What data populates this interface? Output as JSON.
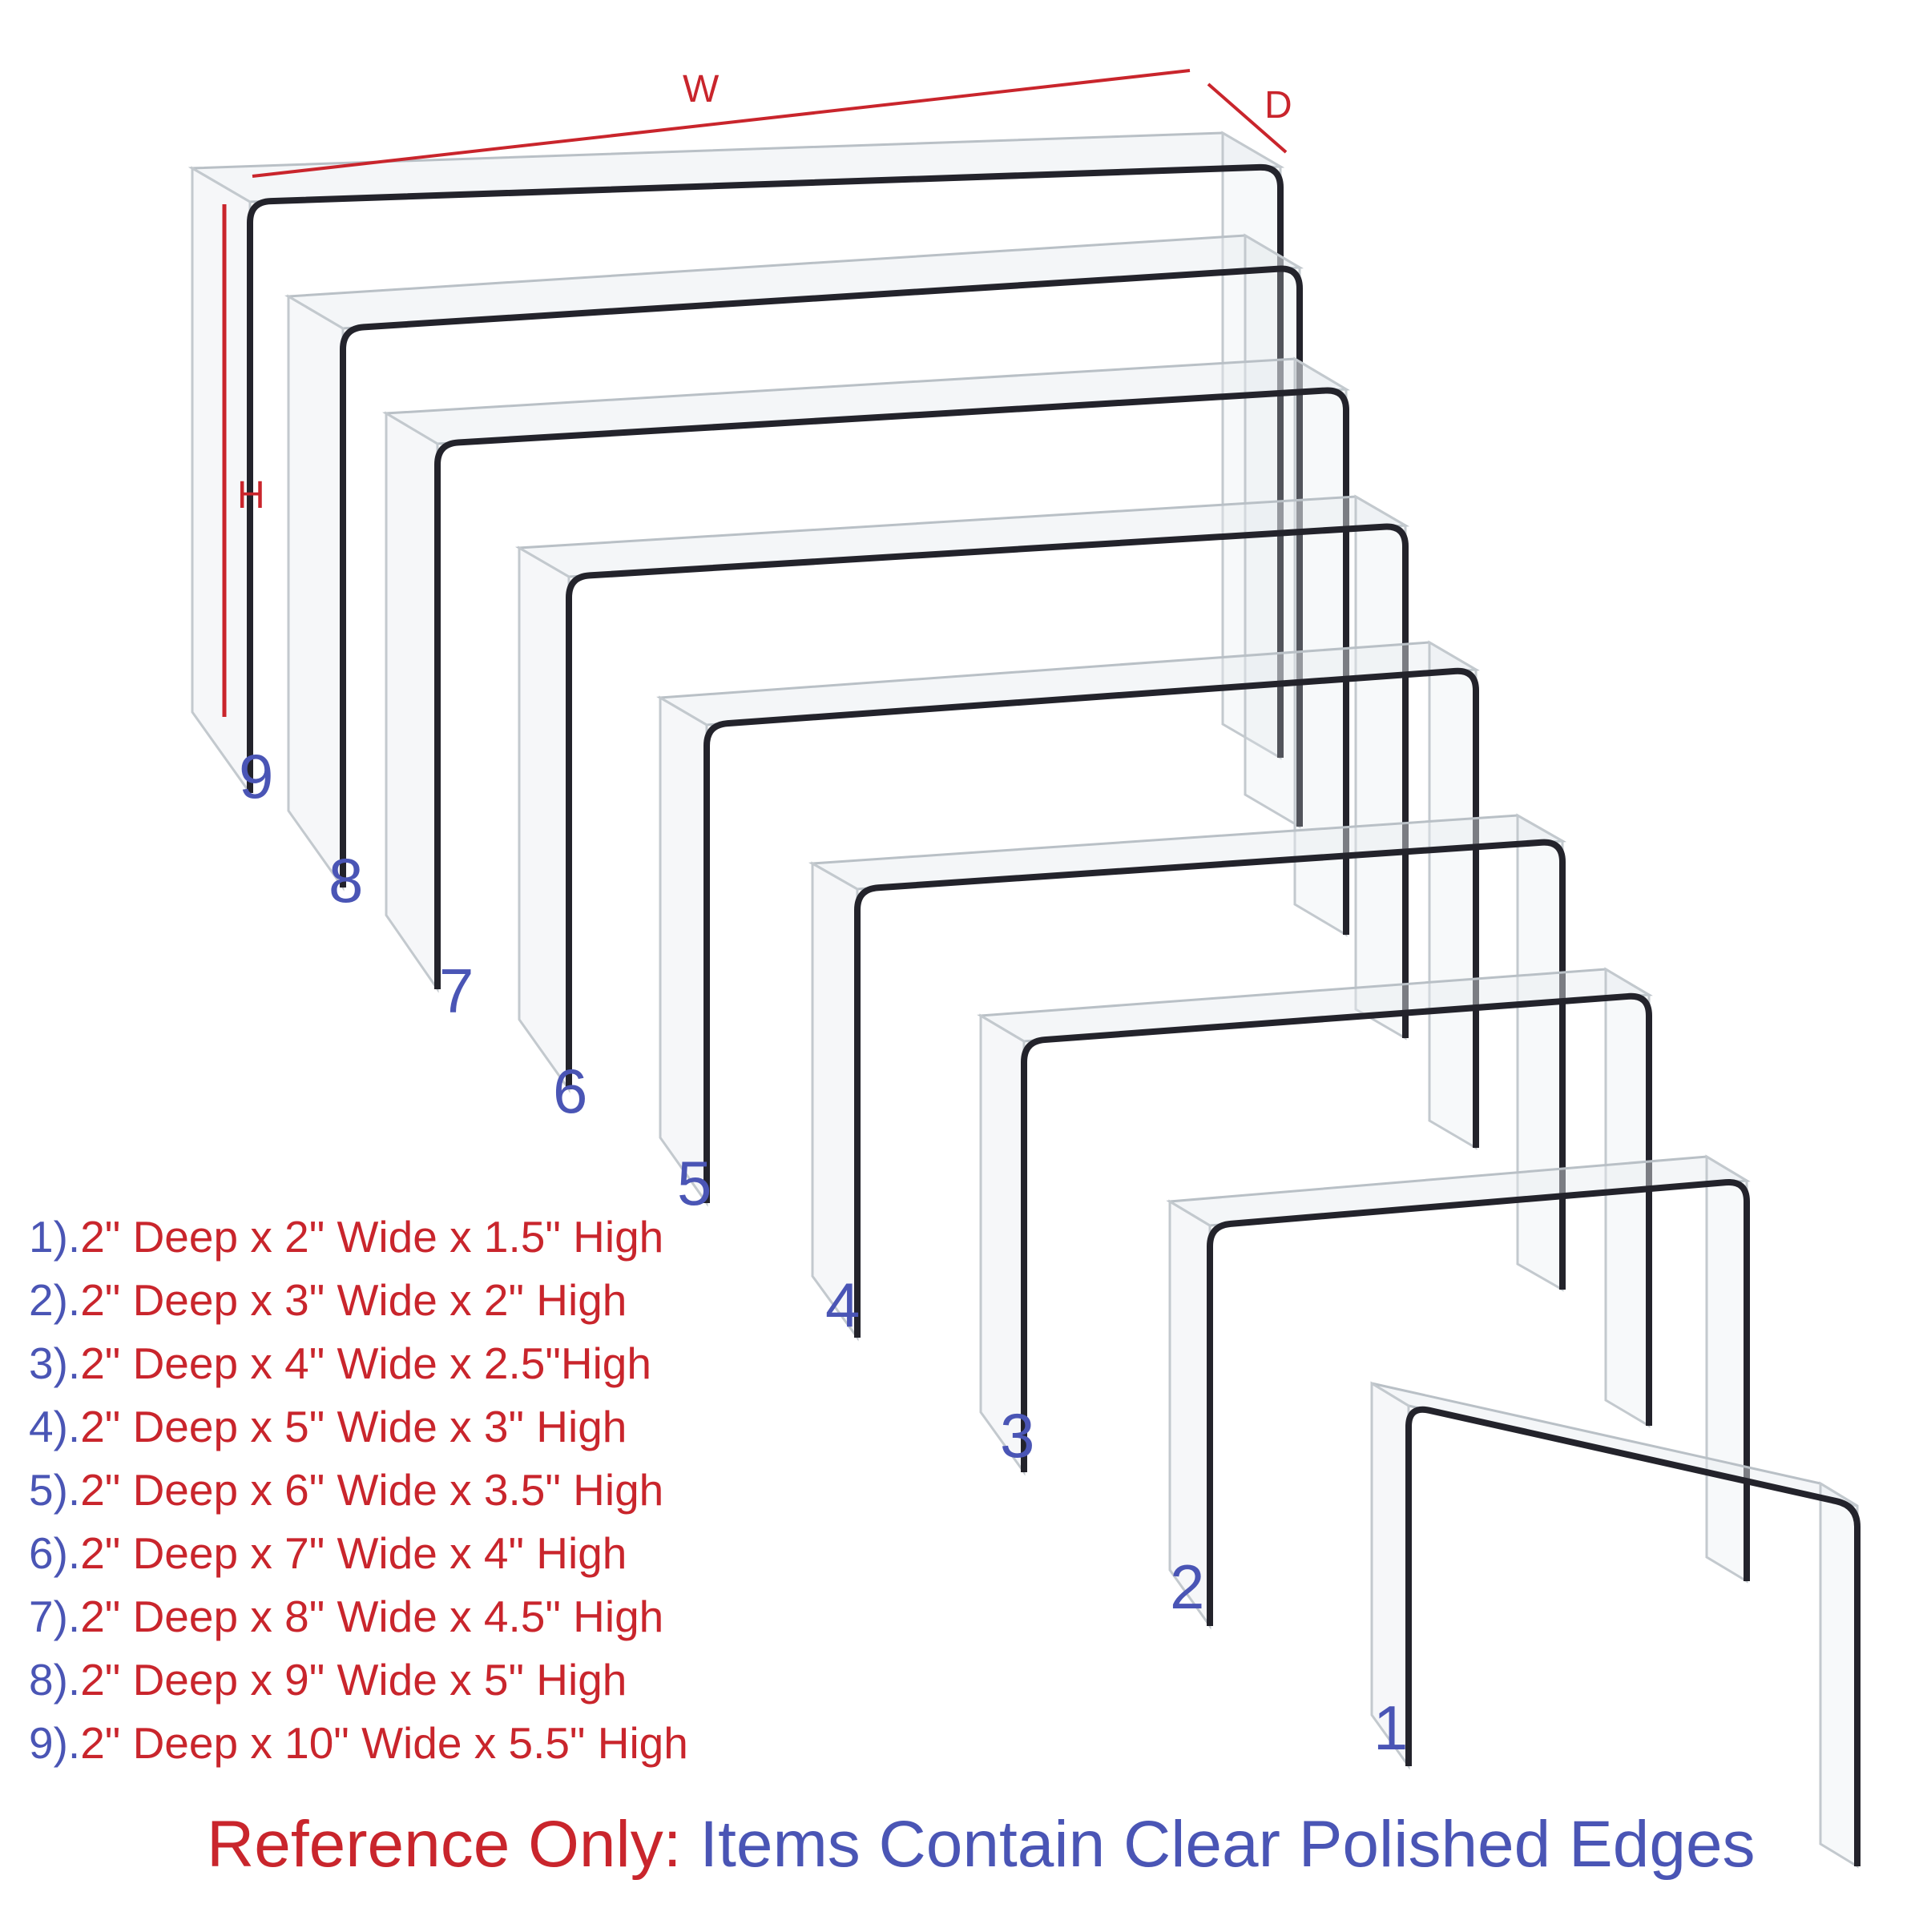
{
  "dimension_labels": {
    "width": "W",
    "depth": "D",
    "height": "H"
  },
  "colors": {
    "accent_red": "#c9252c",
    "accent_blue": "#4a55b5",
    "edge_dark": "#23232b"
  },
  "riser_numbers": [
    "9",
    "8",
    "7",
    "6",
    "5",
    "4",
    "3",
    "2",
    "1"
  ],
  "specs": [
    {
      "num": "1).",
      "text": "2\" Deep x 2\" Wide x 1.5\" High"
    },
    {
      "num": "2).",
      "text": "2\" Deep x 3\" Wide x 2\" High"
    },
    {
      "num": "3).",
      "text": "2\" Deep x 4\" Wide x 2.5\"High"
    },
    {
      "num": "4).",
      "text": "2\" Deep x 5\" Wide x 3\" High"
    },
    {
      "num": "5).",
      "text": "2\" Deep x 6\" Wide x 3.5\" High"
    },
    {
      "num": "6).",
      "text": "2\" Deep x 7\" Wide x 4\" High"
    },
    {
      "num": "7).",
      "text": "2\" Deep x 8\" Wide x 4.5\" High"
    },
    {
      "num": "8).",
      "text": "2\" Deep x 9\" Wide x 5\" High"
    },
    {
      "num": "9).",
      "text": "2\" Deep x 10\" Wide x 5.5\" High"
    }
  ],
  "caption": {
    "prefix": "Reference Only:",
    "text": "Items Contain Clear Polished Edges"
  }
}
